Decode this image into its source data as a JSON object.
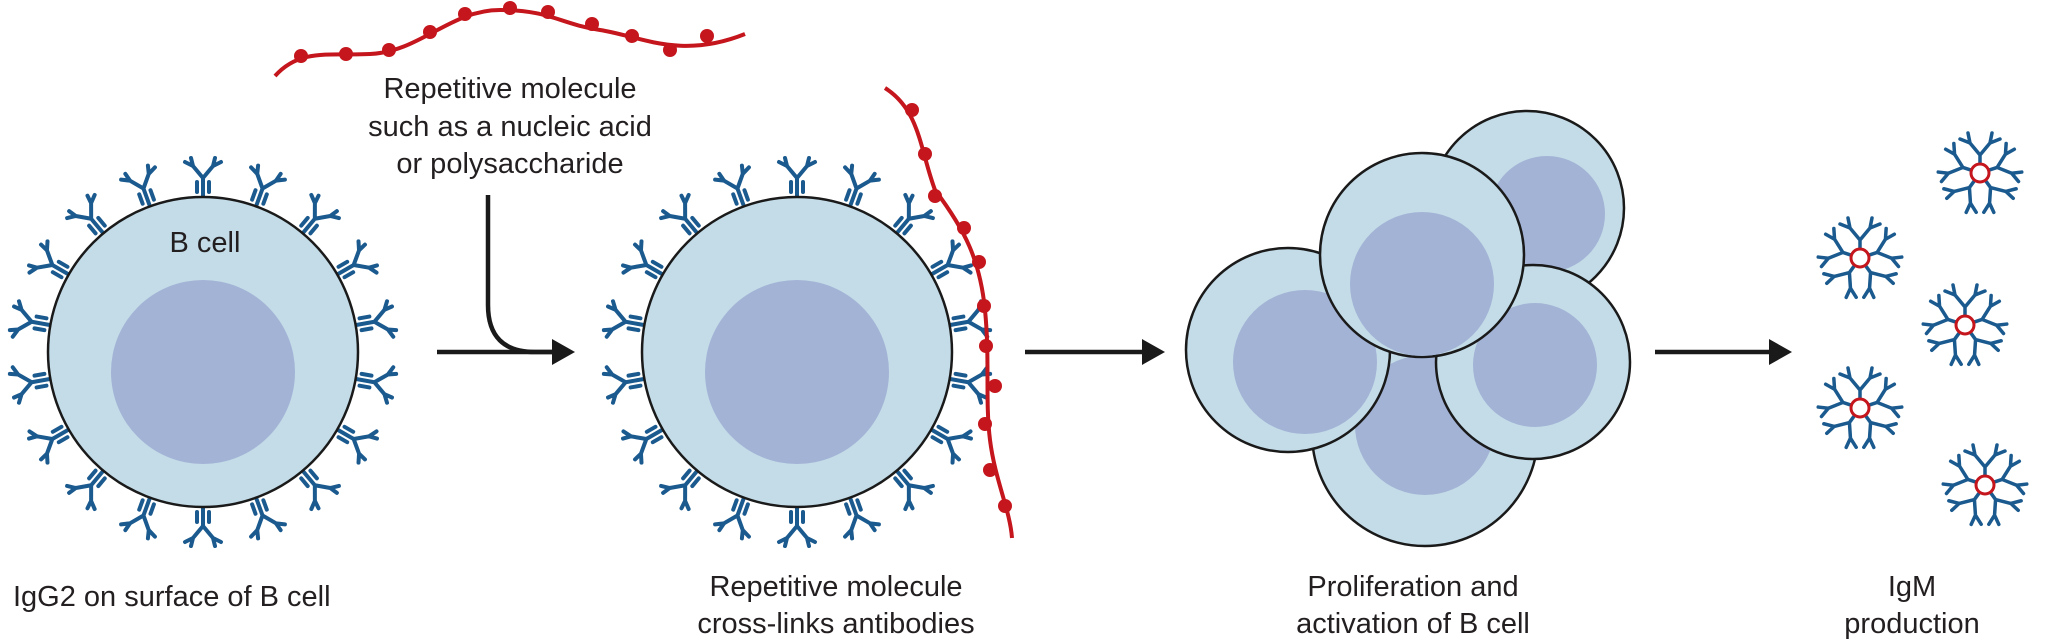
{
  "labels": {
    "cell_name": "B cell",
    "antigen": [
      "Repetitive molecule",
      "such as a nucleic acid",
      "or polysaccharide"
    ],
    "stage1": [
      "IgG2 on surface of B cell"
    ],
    "stage2": [
      "Repetitive molecule",
      "cross-links antibodies"
    ],
    "stage3": [
      "Proliferation and",
      "activation of B cell"
    ],
    "stage4": [
      "IgM",
      "production"
    ]
  },
  "colors": {
    "cell_fill": "#c3dce8",
    "nucleus_fill": "#a3b3d5",
    "antibody": "#1b5a8e",
    "antigen": "#c4161c",
    "arrow": "#1a1a1a",
    "text": "#231f20"
  }
}
